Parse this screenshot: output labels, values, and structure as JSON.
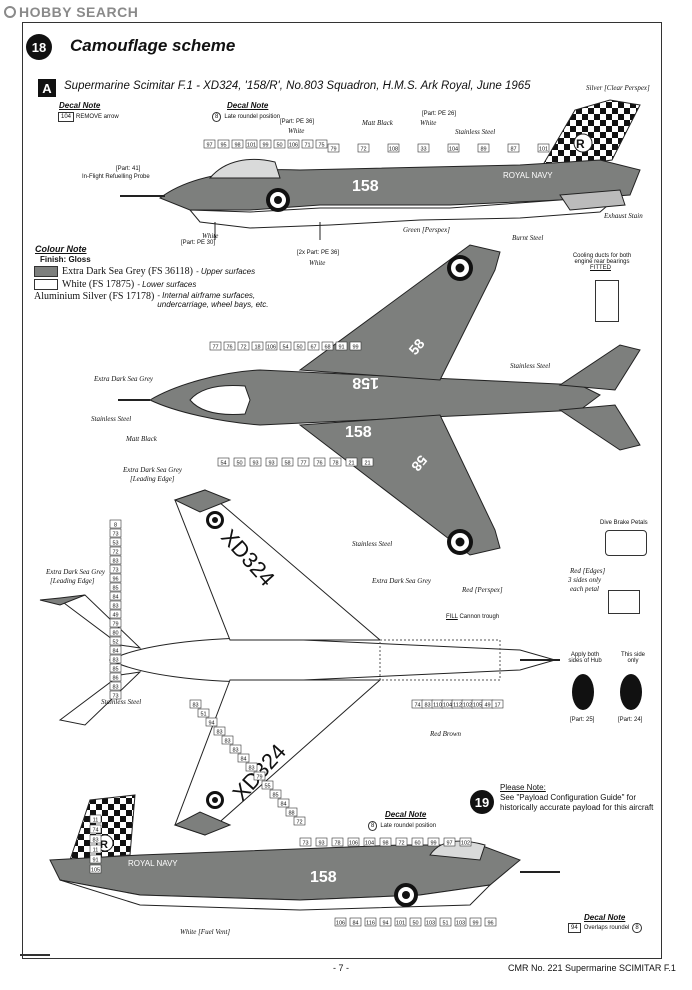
{
  "watermark": "HOBBY SEARCH",
  "header": {
    "step_number": "18",
    "title": "Camouflage scheme",
    "scheme_letter": "A",
    "scheme_desc": "Supermarine Scimitar F.1 - XD324, '158/R', No.803 Squadron, H.M.S. Ark Royal, June 1965"
  },
  "decal_notes": {
    "label": "Decal Note",
    "remove_arrow_num": "104",
    "remove_arrow_text": "REMOVE arrow",
    "late_roundel_num": "8",
    "late_roundel_text": "Late roundel position",
    "overlaps_num": "94",
    "overlaps_text": "Overlaps roundel",
    "overlaps_ref": "8"
  },
  "colour_note": {
    "label": "Colour Note",
    "finish": "Finish: Gloss",
    "colors": [
      {
        "name": "Extra Dark Sea Grey (FS 36118)",
        "usage": "- Upper surfaces",
        "hex": "#7d7f7d"
      },
      {
        "name": "White (FS 17875)",
        "usage": "- Lower surfaces",
        "hex": "#ffffff"
      },
      {
        "name": "Aluminium Silver (FS 17178)",
        "usage": "- Internal airframe surfaces, undercarriage, wheel bays, etc.",
        "hex": "#ffffff"
      }
    ]
  },
  "callouts": {
    "silver_perspex": "Silver [Clear Perspex]",
    "matt_black": "Matt Black",
    "white": "White",
    "stainless_steel": "Stainless Steel",
    "part_pe26": "[Part: PE 26]",
    "part_pe36": "[Part: PE 36]",
    "part_pe30": "[Part: PE 30]",
    "part_41": "[Part: 41]",
    "refuel_probe": "In-Flight Refuelling Probe",
    "exhaust_stain": "Exhaust Stain",
    "burnt_steel": "Burnt Steel",
    "green_perspex": "Green [Perspex]",
    "pe2x": "[2x Part: PE 36]",
    "extra_dark_sea_grey": "Extra Dark Sea Grey",
    "leading_edge": "[Leading Edge]",
    "red_perspex": "Red [Perspex]",
    "red_brown": "Red Brown",
    "cannon_trough": "Cannon trough",
    "fill": "FILL",
    "white_fuel_vent": "White [Fuel Vent]",
    "cooling_ducts": "Cooling ducts for both engine rear bearings",
    "fitted": "FITTED",
    "dive_brake": "Dive Brake Petals",
    "red_edges": "Red [Edges]",
    "three_sides": "3 sides only",
    "each_petal": "each petal",
    "apply_both": "Apply both sides of Hub",
    "this_side_only": "This side only",
    "part25": "[Part: 25]",
    "part24": "[Part: 24]"
  },
  "aircraft_markings": {
    "code": "158",
    "tail_letter": "R",
    "royal_navy": "ROYAL NAVY",
    "serial": "XD324",
    "wing_code": "58"
  },
  "please_note": {
    "number": "19",
    "heading": "Please Note:",
    "text": "See \"Payload Configuration Guide\" for historically accurate payload for this aircraft"
  },
  "footer": {
    "page": "- 7 -",
    "product": "CMR No. 221 Supermarine SCIMITAR F.1"
  },
  "decal_numbers": {
    "side_top": [
      "97",
      "95",
      "98",
      "101",
      "99",
      "50",
      "106",
      "71",
      "75",
      "79",
      "72",
      "108",
      "33",
      "104",
      "89",
      "87",
      "101"
    ],
    "plan_top": [
      "77",
      "76",
      "72",
      "18",
      "106",
      "54",
      "50",
      "67",
      "68",
      "91",
      "99",
      "54",
      "50",
      "93",
      "93",
      "58",
      "77",
      "76",
      "78",
      "21",
      "21"
    ],
    "plan_bottom": [
      "8",
      "73",
      "53",
      "72",
      "83",
      "73",
      "96",
      "85",
      "84",
      "83",
      "49",
      "79",
      "80",
      "52",
      "84",
      "83",
      "85",
      "86",
      "83",
      "73",
      "83",
      "51",
      "94",
      "83",
      "83",
      "83",
      "84",
      "83",
      "79",
      "55",
      "85",
      "84",
      "88",
      "72",
      "74",
      "83",
      "110",
      "104",
      "112",
      "102",
      "105",
      "49",
      "17"
    ],
    "side_bottom": [
      "11",
      "74",
      "83",
      "11",
      "91",
      "105",
      "73",
      "93",
      "78",
      "106",
      "104",
      "98",
      "72",
      "60",
      "99",
      "97",
      "102",
      "106",
      "84",
      "116",
      "94",
      "101",
      "50",
      "103",
      "51",
      "103",
      "99",
      "96"
    ]
  }
}
